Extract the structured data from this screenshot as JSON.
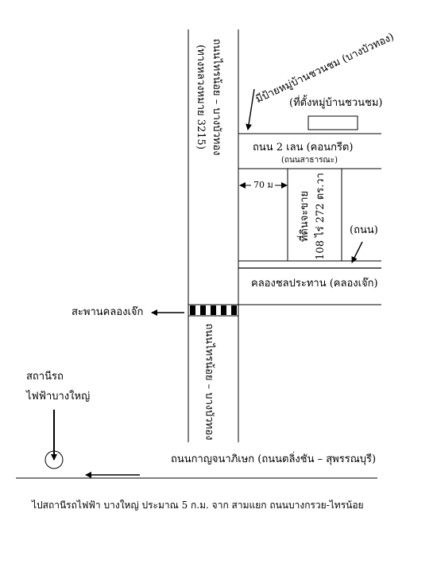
{
  "map": {
    "main_road_upper_name": "ถนนไทรน้อย – บางบัวทอง",
    "main_road_upper_highway": "(ทางหลวงหมาย 3215)",
    "main_road_lower_name": "ถนนไทรน้อย – บางบัวทอง",
    "village_sign": "มีป้ายหมู่บ้านชวนชม (บางบัวทอง)",
    "village_location": "(ที่ตั้งหมู่บ้านชวนชม)",
    "side_road_name": "ถนน 2 เลน (คอนกรีต)",
    "side_road_note": "(ถนนสาธารณะ)",
    "distance_label": "70 ม",
    "land_line1": "ที่ดินจะขาย",
    "land_line2": "108 ไร่ 272 ตร.วา",
    "small_road_label": "(ถนน)",
    "canal_name": "คลองชลประทาน (คลองเจ๊ก)",
    "bridge_label": "สะพานคลองเจ๊ก",
    "station_line1": "สถานีรถ",
    "station_line2": "ไฟฟ้าบางใหญ่",
    "highway_name": "ถนนกาญจนาภิเษก (ถนนตลิ่งชัน – สุพรรณบุรี)",
    "caption": "ไปสถานีรถไฟฟ้า บางใหญ่ ประมาณ 5 ก.ม. จาก สามแยก ถนนบางกรวย-ไทรน้อย"
  },
  "colors": {
    "ink": "#000000",
    "background": "#ffffff"
  }
}
